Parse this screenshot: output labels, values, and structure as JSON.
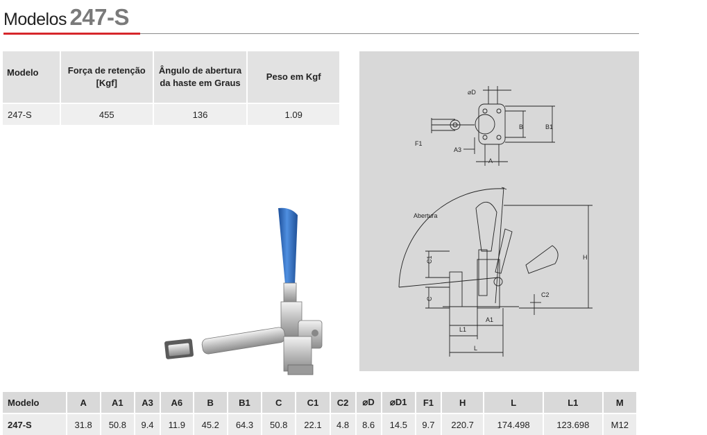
{
  "header": {
    "prefix": "Modelos",
    "model": "247-S"
  },
  "spec_table": {
    "headers": [
      "Modelo",
      "Força de retenção\n[Kgf]",
      "Ângulo de abertura\nda haste em Graus",
      "Peso em Kgf"
    ],
    "header_lines": [
      [
        "Modelo"
      ],
      [
        "Força de retenção",
        "[Kgf]"
      ],
      [
        "Ângulo de abertura",
        "da haste em Graus"
      ],
      [
        "Peso em Kgf"
      ]
    ],
    "row": [
      "247-S",
      "455",
      "136",
      "1.09"
    ]
  },
  "drawing_labels": {
    "phiD": "⌀D",
    "B": "B",
    "B1": "B1",
    "F1": "F1",
    "A3": "A3",
    "A": "A",
    "abertura": "Abertura",
    "C1": "C1",
    "C": "C",
    "H": "H",
    "C2": "C2",
    "L1": "L1",
    "A1": "A1",
    "L": "L"
  },
  "dims_table": {
    "headers": [
      "Modelo",
      "A",
      "A1",
      "A3",
      "A6",
      "B",
      "B1",
      "C",
      "C1",
      "C2",
      "⌀D",
      "⌀D1",
      "F1",
      "H",
      "L",
      "L1",
      "M"
    ],
    "row": [
      "247-S",
      "31.8",
      "50.8",
      "9.4",
      "11.9",
      "45.2",
      "64.3",
      "50.8",
      "22.1",
      "4.8",
      "8.6",
      "14.5",
      "9.7",
      "220.7",
      "174.498",
      "123.698",
      "M12"
    ]
  },
  "colors": {
    "accent_red": "#d7262b",
    "handle_blue": "#2f6fc4",
    "panel_grey": "#d8d8d8"
  }
}
